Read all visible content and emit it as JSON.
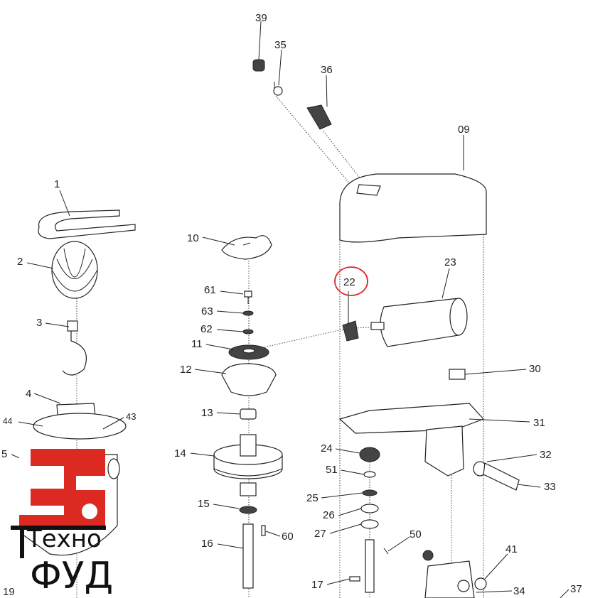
{
  "diagram": {
    "labels": {
      "l39": "39",
      "l35": "35",
      "l36": "36",
      "l09": "09",
      "l1": "1",
      "l2": "2",
      "l10": "10",
      "l23": "23",
      "l22": "22",
      "l61": "61",
      "l63": "63",
      "l62": "62",
      "l3": "3",
      "l11": "11",
      "l12": "12",
      "l30": "30",
      "l4": "4",
      "l44": "44",
      "l43": "43",
      "l31": "31",
      "l13": "13",
      "l5": "5",
      "l14": "14",
      "l24": "24",
      "l32": "32",
      "l51": "51",
      "l33": "33",
      "l25": "25",
      "l15": "15",
      "l26": "26",
      "l27": "27",
      "l60": "60",
      "l50": "50",
      "l16": "16",
      "l41": "41",
      "l17": "17",
      "l34": "34",
      "l37": "37",
      "l19": "19"
    },
    "highlight_color": "#e0262a"
  },
  "watermark": {
    "line1": "Техно",
    "line2": "ФУД",
    "brand_color": "#dc2a22"
  }
}
